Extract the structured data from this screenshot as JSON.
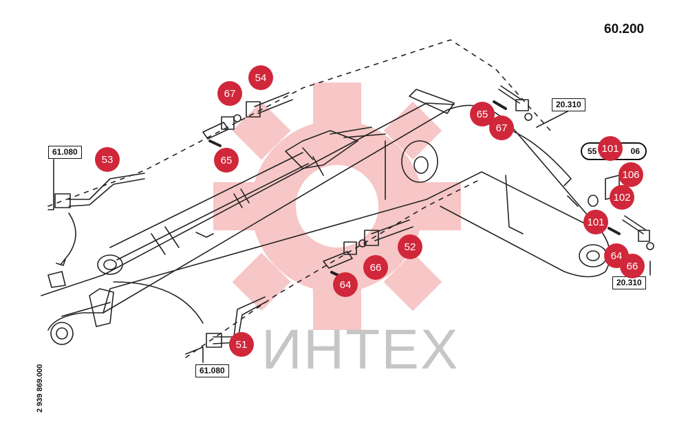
{
  "page_code": "60.200",
  "side_code": "2 939 869.000",
  "watermark_text": "ИНТЕХ",
  "accent_color": "#d0273a",
  "watermark_color": "#f5b3b3",
  "ref_boxes": [
    {
      "id": "ref-61080-top",
      "label": "61.080"
    },
    {
      "id": "ref-61080-bottom",
      "label": "61.080"
    },
    {
      "id": "ref-20310-top",
      "label": "20.310"
    },
    {
      "id": "ref-20310-right",
      "label": "20.310"
    }
  ],
  "part_box_55": {
    "left": "55",
    "right": "06"
  },
  "callouts": [
    {
      "label": "54"
    },
    {
      "label": "67"
    },
    {
      "label": "53"
    },
    {
      "label": "65"
    },
    {
      "label": "65"
    },
    {
      "label": "67"
    },
    {
      "label": "101"
    },
    {
      "label": "106"
    },
    {
      "label": "102"
    },
    {
      "label": "101"
    },
    {
      "label": "52"
    },
    {
      "label": "66"
    },
    {
      "label": "64"
    },
    {
      "label": "64"
    },
    {
      "label": "66"
    },
    {
      "label": "51"
    }
  ]
}
